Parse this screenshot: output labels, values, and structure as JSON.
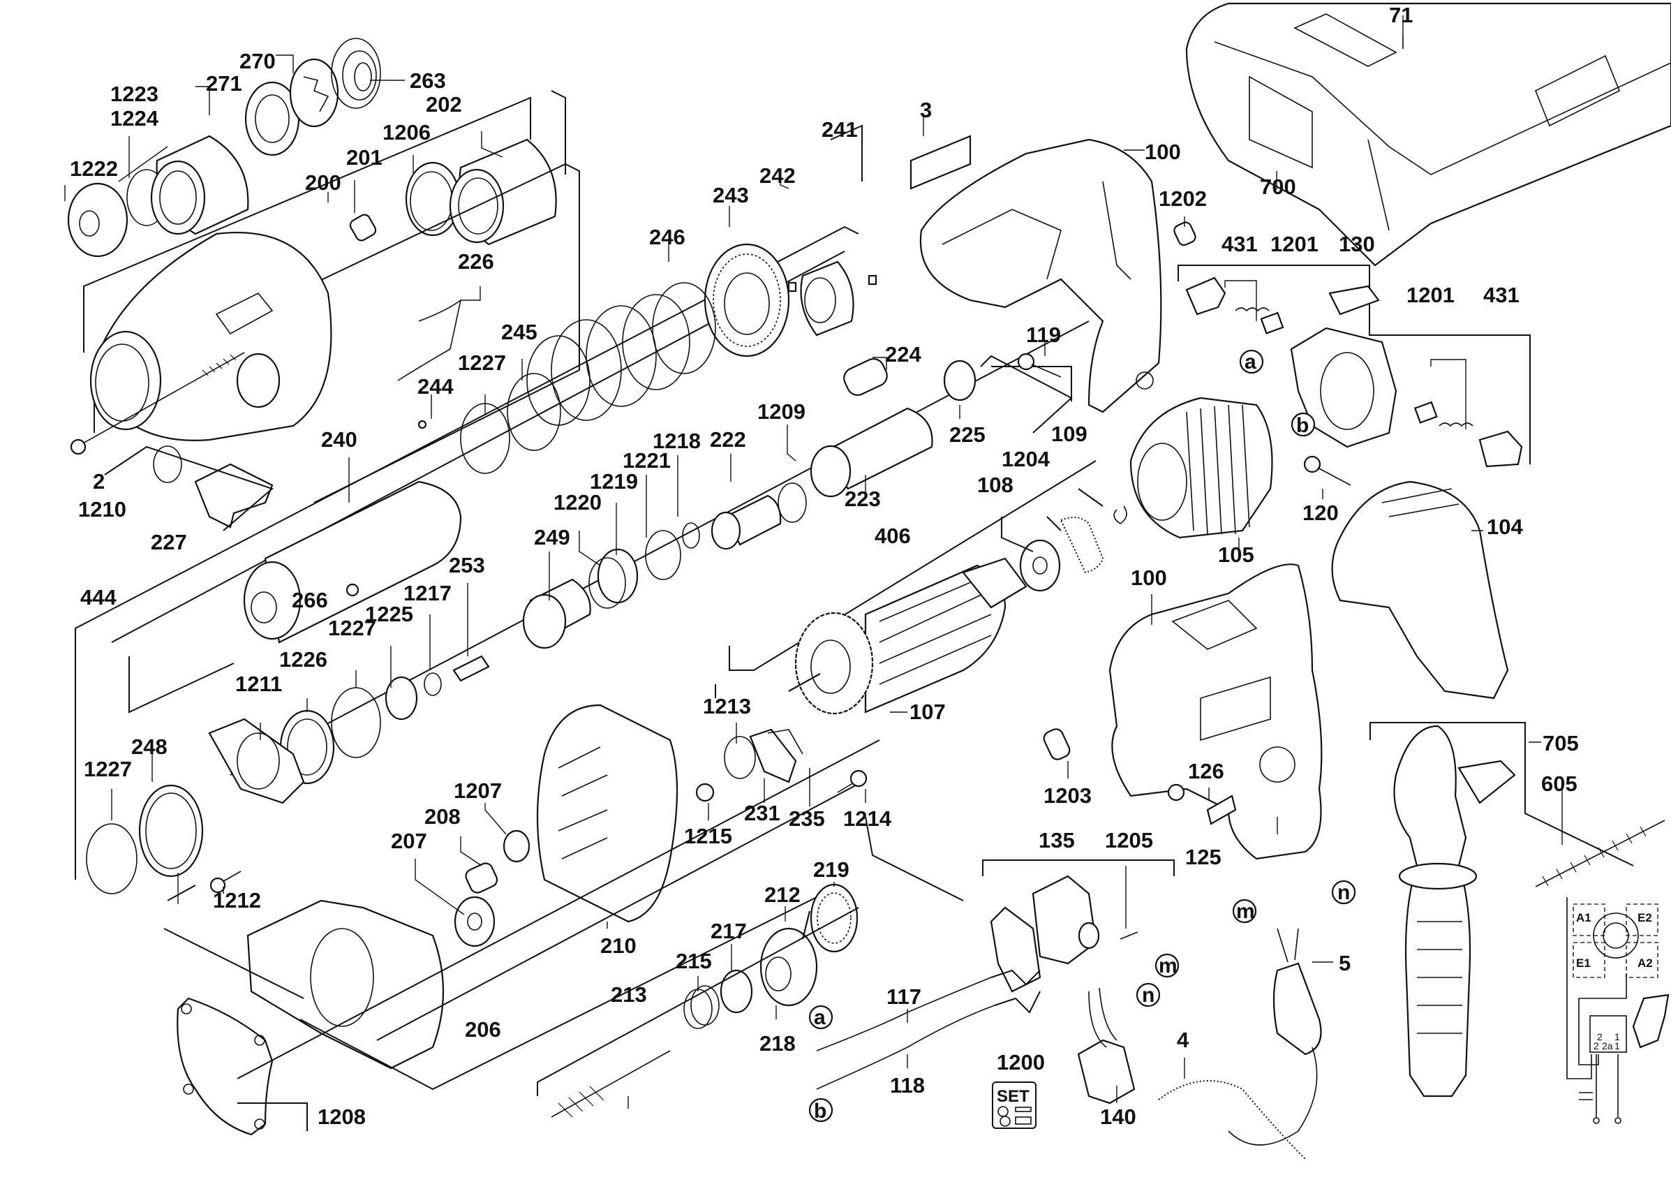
{
  "diagram": {
    "title": "Rotary hammer drill exploded parts diagram",
    "part_labels": {
      "p1222": "1222",
      "p1223": "1223",
      "p1224": "1224",
      "p270": "270",
      "p271": "271",
      "p263": "263",
      "p202": "202",
      "p1206": "1206",
      "p201": "201",
      "p200": "200",
      "p226": "226",
      "p241": "241",
      "p242": "242",
      "p243": "243",
      "p246": "246",
      "p245": "245",
      "p1227a": "1227",
      "p244": "244",
      "p240": "240",
      "p2": "2",
      "p1210": "1210",
      "p227": "227",
      "p266": "266",
      "p3": "3",
      "p100a": "100",
      "p1202": "1202",
      "p119": "119",
      "p224": "224",
      "p225": "225",
      "p1209": "1209",
      "p222": "222",
      "p223": "223",
      "p1218": "1218",
      "p1221": "1221",
      "p1219": "1219",
      "p1220": "1220",
      "p249": "249",
      "p253": "253",
      "p444": "444",
      "p1217": "1217",
      "p1225": "1225",
      "p1227b": "1227",
      "p1226": "1226",
      "p1211": "1211",
      "p248": "248",
      "p1227c": "1227",
      "p1212": "1212",
      "p1207": "1207",
      "p208": "208",
      "p207": "207",
      "p1208": "1208",
      "p206": "206",
      "p210": "210",
      "p1215": "1215",
      "p109": "109",
      "p1204": "1204",
      "p108": "108",
      "p406": "406",
      "p107": "107",
      "p1213": "1213",
      "p231": "231",
      "p235": "235",
      "p1214": "1214",
      "p219": "219",
      "p212": "212",
      "p217": "217",
      "p215": "215",
      "p213": "213",
      "p218": "218",
      "p117": "117",
      "p118": "118",
      "p1200": "1200",
      "p135": "135",
      "p1205": "1205",
      "p140": "140",
      "p4": "4",
      "p5": "5",
      "p71": "71",
      "p700": "700",
      "p431a": "431",
      "p1201a": "1201",
      "p130": "130",
      "p1201b": "1201",
      "p431b": "431",
      "p120": "120",
      "p104": "104",
      "p105": "105",
      "p100b": "100",
      "p1203": "1203",
      "p126": "126",
      "p125": "125",
      "p705": "705",
      "p605": "605"
    },
    "connector_markers": {
      "a_top": "a",
      "b_top": "b",
      "a_bottom": "a",
      "b_bottom": "b",
      "m_switch": "m",
      "n_switch": "n",
      "m_cable": "m",
      "n_cable": "n"
    },
    "set_icon_text": "SET",
    "wiring": {
      "terminals": [
        "A1",
        "E2",
        "E1",
        "A2"
      ],
      "switch_terminals": [
        "2",
        "2",
        "2a",
        "1",
        "1"
      ]
    }
  }
}
